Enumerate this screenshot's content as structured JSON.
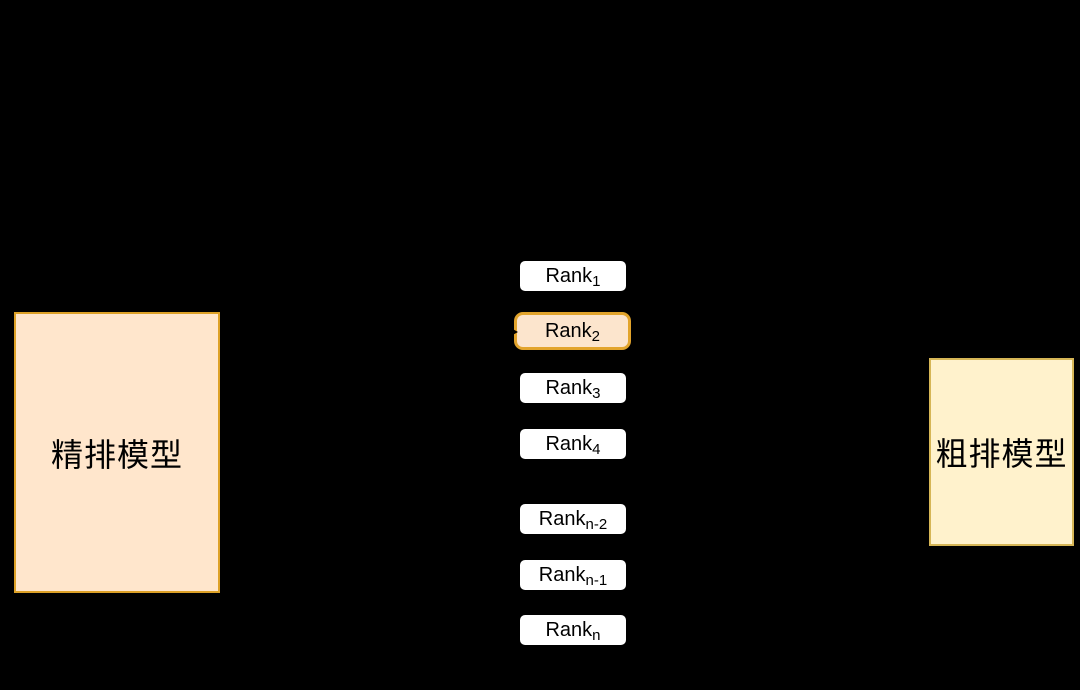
{
  "colors": {
    "canvas-bg": "#000000",
    "left-fill": "#FFE6CC",
    "left-stroke": "#DDA127",
    "right-fill": "#FFF2CC",
    "right-stroke": "#D6B656",
    "rank-fill": "#FFFFFF",
    "rank-stroke": "#000000",
    "hl-fill": "#FCE5CD",
    "hl-stroke": "#E2A42C"
  },
  "diagram": {
    "left_box": {
      "label": "精排模型"
    },
    "right_box": {
      "label": "粗排模型"
    },
    "ranks": [
      {
        "base": "Rank",
        "sub": "1"
      },
      {
        "base": "Rank",
        "sub": "2",
        "highlighted": true
      },
      {
        "base": "Rank",
        "sub": "3"
      },
      {
        "base": "Rank",
        "sub": "4"
      },
      {
        "base": "Rank",
        "sub": "n-2"
      },
      {
        "base": "Rank",
        "sub": "n-1"
      },
      {
        "base": "Rank",
        "sub": "n"
      }
    ]
  }
}
